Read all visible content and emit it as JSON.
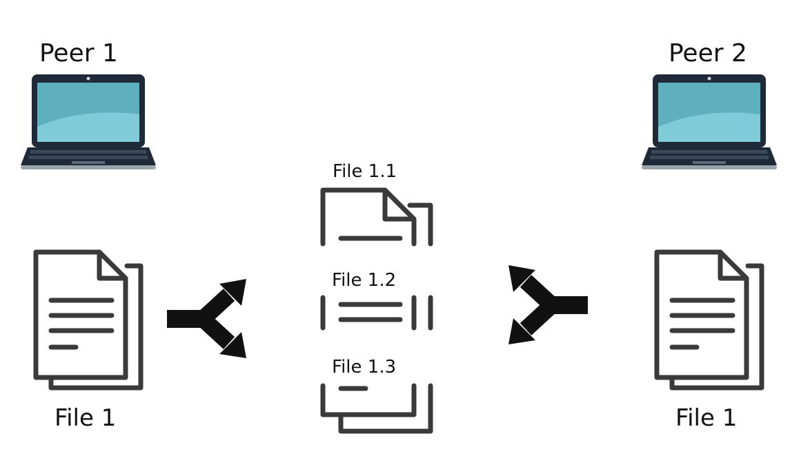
{
  "peers": [
    {
      "label": "Peer 1",
      "icon": "laptop-icon",
      "file_label": "File 1"
    },
    {
      "label": "Peer 2",
      "icon": "laptop-icon",
      "file_label": "File 1"
    }
  ],
  "chunks": [
    {
      "label": "File 1.1"
    },
    {
      "label": "File 1.2"
    },
    {
      "label": "File 1.3"
    }
  ],
  "colors": {
    "stroke": "#3a3a3a",
    "arrow": "#111111",
    "laptop_body": "#1f2a38",
    "screen": "#5fb0bf",
    "screen_highlight": "#7fcbd8",
    "keyboard": "#3b4a5a"
  }
}
